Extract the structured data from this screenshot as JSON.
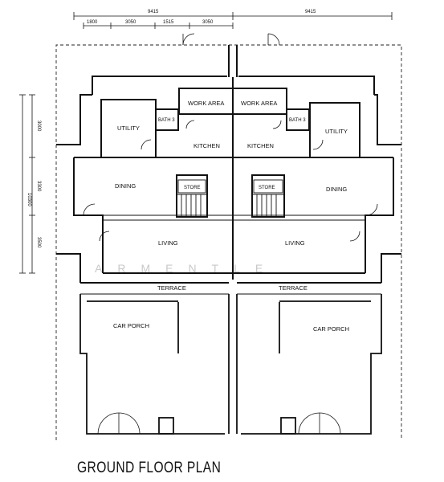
{
  "title": "GROUND FLOOR PLAN",
  "watermark": "ARMENTLE",
  "dimensions": {
    "top_left_total": "9415",
    "top_right_total": "9415",
    "top_segments": [
      "1800",
      "3050",
      "1515",
      "3050"
    ],
    "left_total": "10300",
    "left_segments": [
      "3000",
      "3300",
      "3500"
    ]
  },
  "rooms": {
    "left": {
      "work_area": "WORK AREA",
      "bath": "BATH 3",
      "utility": "UTILITY",
      "kitchen": "KITCHEN",
      "dining": "DINING",
      "store": "STORE",
      "living": "LIVING",
      "terrace": "TERRACE",
      "car_porch": "CAR PORCH"
    },
    "right": {
      "work_area": "WORK AREA",
      "bath": "BATH 3",
      "utility": "UTILITY",
      "kitchen": "KITCHEN",
      "dining": "DINING",
      "store": "STORE",
      "living": "LIVING",
      "terrace": "TERRACE",
      "car_porch": "CAR PORCH"
    }
  }
}
